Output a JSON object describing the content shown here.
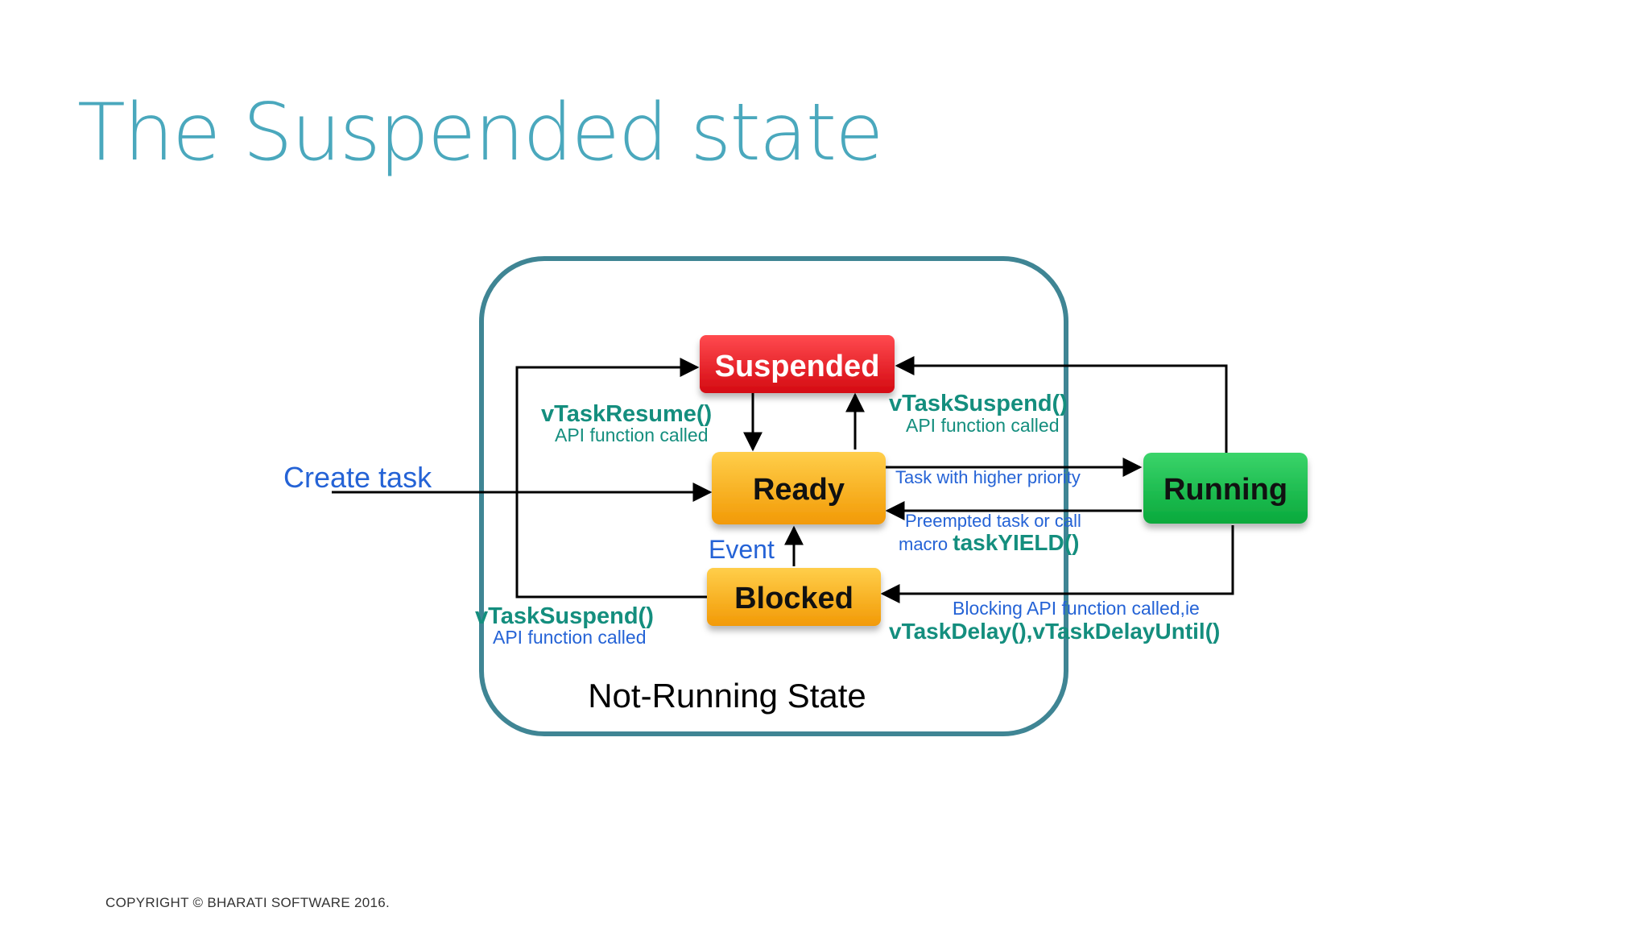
{
  "slide": {
    "title": "The Suspended state",
    "footer": "COPYRIGHT © BHARATI SOFTWARE 2016."
  },
  "diagram": {
    "states": {
      "suspended": "Suspended",
      "ready": "Ready",
      "running": "Running",
      "blocked": "Blocked"
    },
    "group_label": "Not-Running State",
    "create_task": "Create task",
    "event": "Event",
    "resume": {
      "func": "vTaskResume()",
      "note": "API function called"
    },
    "suspend_from_ready": {
      "func": "vTaskSuspend()",
      "note": "API function called"
    },
    "suspend_from_blocked": {
      "func": "vTaskSuspend()",
      "note": "API function called"
    },
    "higher_priority": "Task with higher priority",
    "preempted": {
      "line1": "Preempted task or call",
      "line2_prefix": "macro ",
      "line2_func": "taskYIELD()"
    },
    "blocking": {
      "line1": "Blocking API function called,ie",
      "line2": "vTaskDelay(),vTaskDelayUntil()"
    }
  },
  "colors": {
    "title": "#4aa8bd",
    "group_border": "#3f8594",
    "suspended": "#e8121a",
    "ready": "#f7a90f",
    "running": "#12b84a",
    "blocked": "#f7a90f",
    "api_green": "#148e7e",
    "note_blue": "#2563d6"
  }
}
